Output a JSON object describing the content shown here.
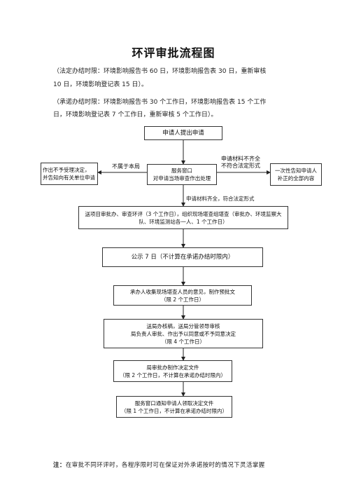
{
  "title": "环评审批流程图",
  "intro": [
    "（法定办结时限：环境影响报告书 60 日，环境影响报告表 30 日，重新审核",
    "10 日，环境影响登记表 15 日）。",
    "（承诺办结时限：环境影响报告书 30 个工作日，环境影响报告表 15 个工作",
    "日，环境影响登记表 7 个工作日，重新审核 5 个工作日）。"
  ],
  "nodes": {
    "apply": "申请人提出申请",
    "reject": [
      "作出不予受理决定，",
      "并告知向有关单位申请"
    ],
    "window": [
      "服务窗口",
      "对申请当场审查作出处理"
    ],
    "correct": [
      "一次性告知申请人",
      "补正的全部内容"
    ],
    "review": [
      "送项目审批办、审查环评（3 个工作日），组织现场堪查组堪查（审批办、环境监察大",
      "队、环境监测站各一人、1 个工作日）"
    ],
    "publicity": "公示 7 日（不计算在承诺办结时限内）",
    "draft": [
      "承办人收集现场堪查人员的意见，制作预批文",
      "（限 2 个工作日）"
    ],
    "approve": [
      "送局办核稿，送局分管领导审核",
      "局负责人审批、作出予以同意或不予同意决定",
      "（限 4 个工作日）"
    ],
    "document": [
      "局审批办制作决定文件",
      "（限 2 个工作日，不计算在承诺办结时限内）"
    ],
    "notify": [
      "服务窗口通知申请人领取决定文件",
      "（限 1 个工作日，不计算在承诺办结时限内）"
    ]
  },
  "labels": {
    "not_ours": "不属于本局",
    "incomplete": [
      "申请材料不齐全",
      "不符合法定形式"
    ],
    "complete": "申请材料齐全，符合法定形式"
  },
  "note": {
    "prefix": "注：",
    "text": "在审批不同环评时，各程序限时可在保证对外承诺按时的情况下灵活掌握"
  }
}
